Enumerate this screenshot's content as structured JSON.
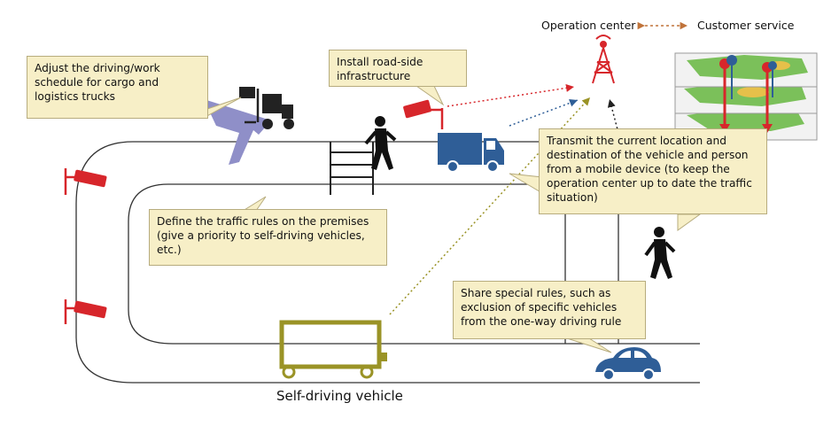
{
  "header": {
    "operation_center": "Operation center",
    "customer_service": "Customer service"
  },
  "callouts": {
    "adjust_schedule": "Adjust the driving/work schedule for cargo and logistics trucks",
    "roadside": "Install road-side infrastructure",
    "transmit": "Transmit the current location and destination of the vehicle and person from a mobile device (to keep the operation center up to date the traffic situation)",
    "traffic_rules": "Define the traffic rules on the premises (give a priority to self-driving vehicles, etc.)",
    "special_rules": "Share special rules, such as exclusion of specific vehicles from the one-way driving rule"
  },
  "labels": {
    "self_driving": "Self-driving vehicle"
  },
  "colors": {
    "callout_bg": "#f7efc7",
    "camera_red": "#d7262b",
    "truck_blue": "#2f5e97",
    "bus_olive": "#9a9326",
    "car_blue": "#2f5e97",
    "arrow_purple": "#8f8fc8",
    "exchange_orange": "#c0733a"
  }
}
